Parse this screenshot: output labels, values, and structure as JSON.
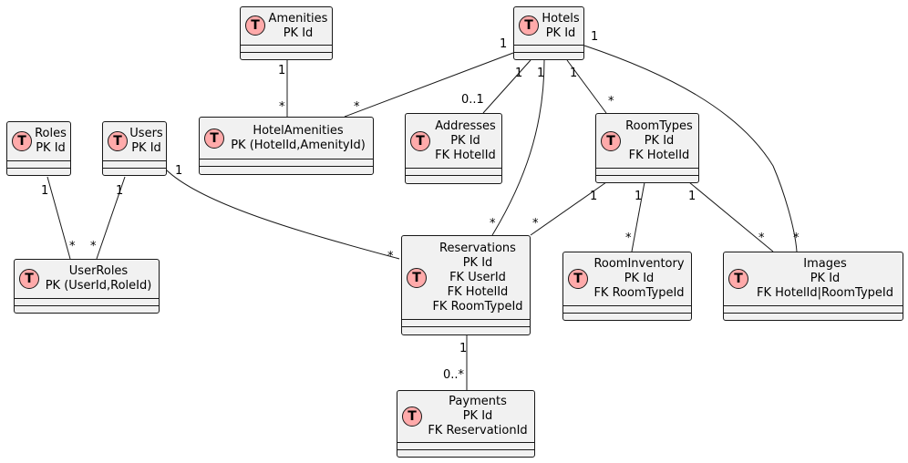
{
  "entities": {
    "amenities": {
      "name": "Amenities",
      "fields": [
        "PK Id"
      ],
      "icon": "T"
    },
    "hotels": {
      "name": "Hotels",
      "fields": [
        "PK Id"
      ],
      "icon": "T"
    },
    "roles": {
      "name": "Roles",
      "fields": [
        "PK Id"
      ],
      "icon": "T"
    },
    "users": {
      "name": "Users",
      "fields": [
        "PK Id"
      ],
      "icon": "T"
    },
    "hotel_amenities": {
      "name": "HotelAmenities",
      "fields": [
        "PK (HotelId,AmenityId)"
      ],
      "icon": "T"
    },
    "addresses": {
      "name": "Addresses",
      "fields": [
        "PK Id",
        "FK HotelId"
      ],
      "icon": "T"
    },
    "room_types": {
      "name": "RoomTypes",
      "fields": [
        "PK Id",
        "FK HotelId"
      ],
      "icon": "T"
    },
    "user_roles": {
      "name": "UserRoles",
      "fields": [
        "PK (UserId,RoleId)"
      ],
      "icon": "T"
    },
    "reservations": {
      "name": "Reservations",
      "fields": [
        "PK Id",
        "FK UserId",
        "FK HotelId",
        "FK RoomTypeId"
      ],
      "icon": "T"
    },
    "room_inventory": {
      "name": "RoomInventory",
      "fields": [
        "PK Id",
        "FK RoomTypeId"
      ],
      "icon": "T"
    },
    "images": {
      "name": "Images",
      "fields": [
        "PK Id",
        "FK HotelId|RoomTypeId"
      ],
      "icon": "T"
    },
    "payments": {
      "name": "Payments",
      "fields": [
        "PK Id",
        "FK ReservationId"
      ],
      "icon": "T"
    }
  },
  "relations": [
    {
      "from": "amenities",
      "to": "hotel_amenities",
      "from_card": "1",
      "to_card": "*"
    },
    {
      "from": "hotels",
      "to": "hotel_amenities",
      "from_card": "1",
      "to_card": "*"
    },
    {
      "from": "hotels",
      "to": "addresses",
      "from_card": "1",
      "to_card": "0..1"
    },
    {
      "from": "hotels",
      "to": "reservations",
      "from_card": "1",
      "to_card": "*"
    },
    {
      "from": "hotels",
      "to": "room_types",
      "from_card": "1",
      "to_card": "*"
    },
    {
      "from": "hotels",
      "to": "images",
      "from_card": "1",
      "to_card": "*"
    },
    {
      "from": "roles",
      "to": "user_roles",
      "from_card": "1",
      "to_card": "*"
    },
    {
      "from": "users",
      "to": "user_roles",
      "from_card": "1",
      "to_card": "*"
    },
    {
      "from": "users",
      "to": "reservations",
      "from_card": "1",
      "to_card": "*"
    },
    {
      "from": "room_types",
      "to": "reservations",
      "from_card": "1",
      "to_card": "*"
    },
    {
      "from": "room_types",
      "to": "room_inventory",
      "from_card": "1",
      "to_card": "*"
    },
    {
      "from": "room_types",
      "to": "images",
      "from_card": "1",
      "to_card": "*"
    },
    {
      "from": "reservations",
      "to": "payments",
      "from_card": "1",
      "to_card": "0..*"
    }
  ]
}
